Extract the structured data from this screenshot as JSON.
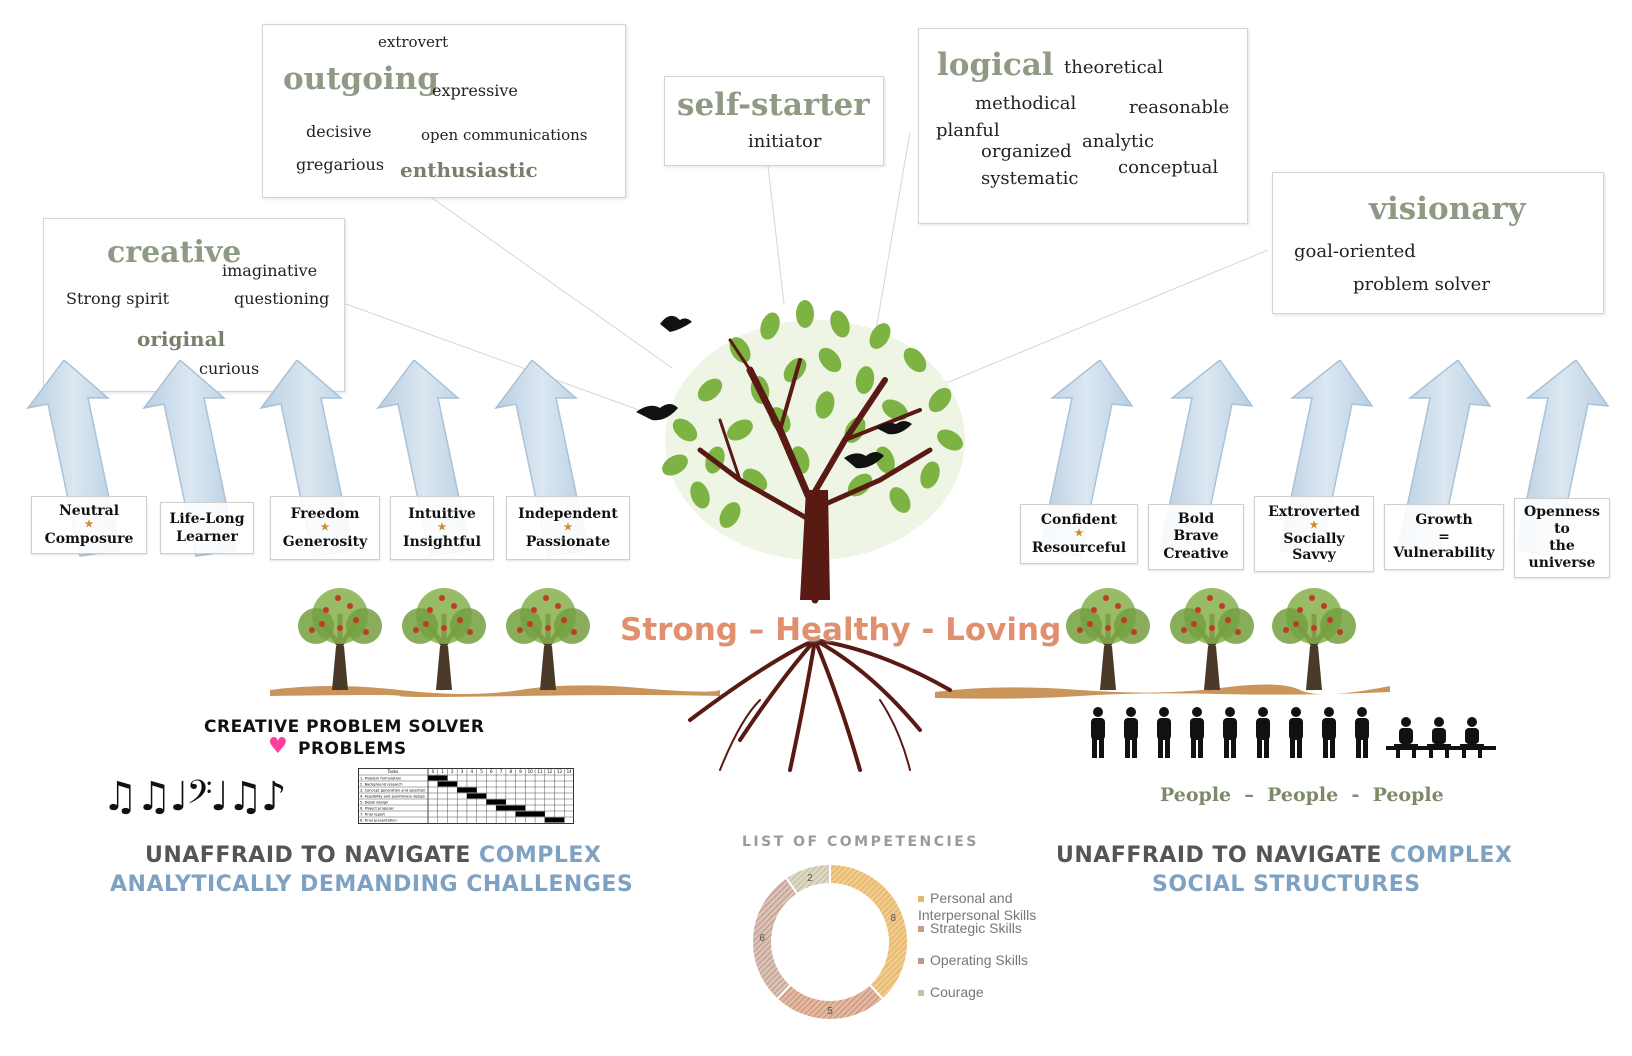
{
  "word_clouds": {
    "outgoing": {
      "extrovert": "extrovert",
      "main": "outgoing",
      "expressive": "expressive",
      "decisive": "decisive",
      "open_comm": "open communications",
      "gregarious": "gregarious",
      "enthusiastic": "enthusiastic"
    },
    "self_starter": {
      "main": "self-starter",
      "initiator": "initiator"
    },
    "logical": {
      "main": "logical",
      "theoretical": "theoretical",
      "methodical": "methodical",
      "reasonable": "reasonable",
      "planful": "planful",
      "organized": "organized",
      "analytic": "analytic",
      "systematic": "systematic",
      "conceptual": "conceptual"
    },
    "creative": {
      "main": "creative",
      "imaginative": "imaginative",
      "strong_spirit": "Strong spirit",
      "questioning": "questioning",
      "original": "original",
      "curious": "curious"
    },
    "visionary": {
      "main": "visionary",
      "goal": "goal-oriented",
      "problem": "problem solver"
    }
  },
  "left_traits": [
    {
      "top": "Neutral",
      "bottom": "Composure",
      "star": true
    },
    {
      "top": "Life-Long",
      "bottom": "Learner",
      "star": false
    },
    {
      "top": "Freedom",
      "bottom": "Generosity",
      "star": true
    },
    {
      "top": "Intuitive",
      "bottom": "Insightful",
      "star": true
    },
    {
      "top": "Independent",
      "bottom": "Passionate",
      "star": true
    }
  ],
  "right_traits": [
    {
      "lines": [
        "Confident",
        "★",
        "Resourceful"
      ]
    },
    {
      "lines": [
        "Bold",
        "Brave",
        "Creative"
      ]
    },
    {
      "lines": [
        "Extroverted",
        "★",
        "Socially",
        "Savvy"
      ]
    },
    {
      "lines": [
        "Growth",
        "=",
        "Vulnerability"
      ]
    },
    {
      "lines": [
        "Openness",
        "to",
        "the",
        "universe"
      ]
    }
  ],
  "motto": "Strong – Healthy - Loving",
  "left_section": {
    "line1": "CREATIVE PROBLEM SOLVER",
    "line2": "PROBLEMS",
    "music": "♫♫♩𝄢♩♫♪",
    "gantt_header": "Tasks",
    "gantt_weeks": [
      "0",
      "1",
      "2",
      "3",
      "4",
      "5",
      "6",
      "7",
      "8",
      "9",
      "10",
      "11",
      "12",
      "13",
      "14"
    ],
    "gantt_tasks": [
      "1. Problem formulation",
      "2. Background research",
      "3. Concept generation and selection",
      "4. Feasibility and preliminary design",
      "5. Detail design",
      "6. Project proposal",
      "7. Final report",
      "8. Final presentation"
    ],
    "heading_gray": "UNAFFRAID TO NAVIGATE",
    "heading_blue1": "COMPLEX",
    "heading_blue2": "ANALYTICALLY DEMANDING CHALLENGES"
  },
  "right_section": {
    "people_label": "People  –  People  -  People",
    "heading_gray": "UNAFFRAID TO NAVIGATE",
    "heading_blue1": "COMPLEX",
    "heading_blue2": "SOCIAL STRUCTURES"
  },
  "chart_data": {
    "type": "pie",
    "title": "LIST OF COMPETENCIES",
    "categories": [
      "Personal and Interpersonal Skills",
      "Strategic Skills",
      "Operating Skills",
      "Courage"
    ],
    "values": [
      8,
      5,
      6,
      2
    ],
    "colors": [
      "#e8b86a",
      "#c99a86",
      "#b99b8e",
      "#c9c2a8"
    ]
  }
}
